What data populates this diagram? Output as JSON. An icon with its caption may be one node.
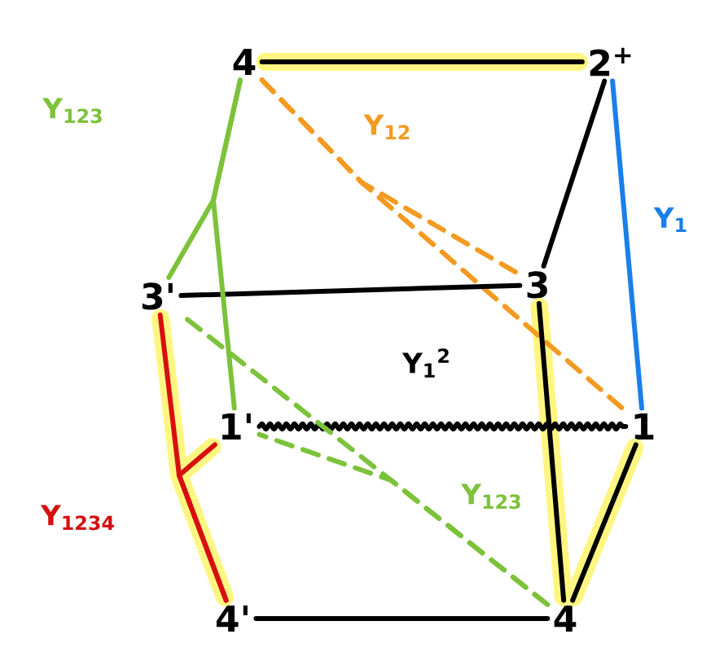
{
  "diagram": {
    "nodes": [
      {
        "text": [
          "4"
        ]
      },
      {
        "text": [
          "2$^{+}$"
        ]
      },
      {
        "text": [
          "3'"
        ]
      },
      {
        "text": [
          "3"
        ]
      },
      {
        "text": [
          "1'"
        ]
      },
      {
        "text": [
          "1"
        ]
      },
      {
        "text": [
          "4'"
        ]
      },
      {
        "text": [
          "4"
        ]
      }
    ],
    "edges": [
      {
        "from": 0,
        "to": 1,
        "arrow": "none"
      },
      {
        "from": 1,
        "to": 3,
        "arrow": "none"
      },
      {
        "from": 1,
        "to": 5,
        "arrow": "none",
        "label": "Y$_{1}$",
        "color": "#1a7fe8"
      },
      {
        "from": 0,
        "to": 3,
        "arrow": "none",
        "label": "Y$_{12}$",
        "style": "dashed",
        "color": "#f39a21"
      },
      {
        "from": 0,
        "to": 5,
        "arrow": "none",
        "style": "dashed",
        "color": "#f39a21"
      },
      {
        "from": 2,
        "to": 3,
        "arrow": "none"
      },
      {
        "from": 4,
        "to": 5,
        "arrow": "none",
        "label": "Y$_{1}$$^{2}$"
      },
      {
        "from": 0,
        "to": 2,
        "arrow": "none",
        "label": "Y$_{123}$",
        "color": "#7cc23a"
      },
      {
        "from": 0,
        "to": 4,
        "arrow": "none",
        "color": "#7cc23a"
      },
      {
        "from": 2,
        "to": 7,
        "arrow": "none",
        "label": "Y$_{123}$",
        "style": "dashed",
        "color": "#7cc23a"
      },
      {
        "from": 4,
        "to": 7,
        "arrow": "none",
        "style": "dashed",
        "color": "#7cc23a"
      },
      {
        "from": 2,
        "to": 6,
        "arrow": "none",
        "label": "Y$_{1234}$",
        "color": "#d70f0f"
      },
      {
        "from": 4,
        "to": 6,
        "arrow": "none",
        "color": "#d70f0f"
      },
      {
        "from": 6,
        "to": 7,
        "arrow": "none"
      },
      {
        "from": 3,
        "to": 7,
        "arrow": "none"
      },
      {
        "from": 5,
        "to": 7,
        "arrow": "none"
      }
    ]
  }
}
